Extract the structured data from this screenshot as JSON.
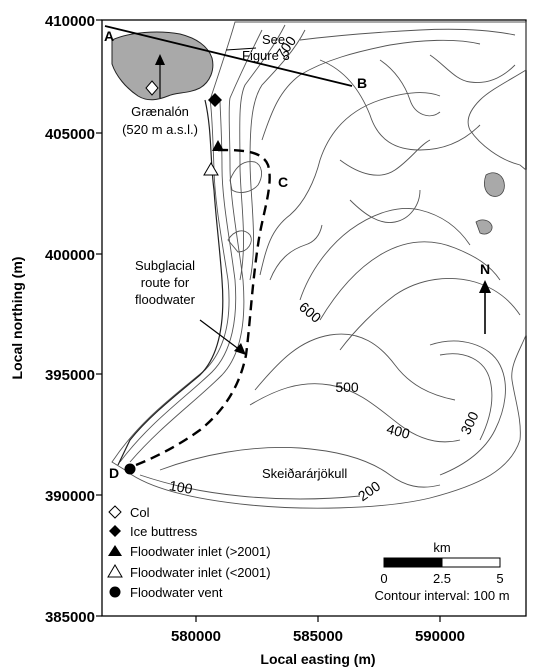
{
  "axes": {
    "x_title": "Local easting (m)",
    "y_title": "Local northing (m)",
    "x_ticks": [
      "580000",
      "585000",
      "590000"
    ],
    "y_ticks": [
      "410000",
      "405000",
      "400000",
      "395000",
      "390000",
      "385000"
    ]
  },
  "annotations": {
    "see_figure_line1": "See",
    "see_figure_line2": "Figure 3",
    "lake_name": "Grænalón",
    "lake_elevation": "(520 m a.s.l.)",
    "route_line1": "Subglacial",
    "route_line2": "route for",
    "route_line3": "floodwater",
    "glacier_name": "Skeiðarárjökull",
    "north": "N"
  },
  "points": {
    "a": "A",
    "b": "B",
    "c": "C",
    "d": "D"
  },
  "contours": {
    "c700": "700",
    "c600": "600",
    "c500": "500",
    "c400": "400",
    "c300": "300",
    "c200": "200",
    "c100": "100"
  },
  "legend": {
    "col": "Col",
    "ice_buttress": "Ice buttress",
    "inlet_new": "Floodwater inlet (>2001)",
    "inlet_old": "Floodwater inlet (<2001)",
    "vent": "Floodwater vent"
  },
  "scale": {
    "unit": "km",
    "tick0": "0",
    "tick1": "2.5",
    "tick2": "5",
    "contour_interval": "Contour interval: 100 m"
  },
  "colors": {
    "lake": "#a9a9a9",
    "contour": "#555555",
    "frame": "#000000"
  }
}
